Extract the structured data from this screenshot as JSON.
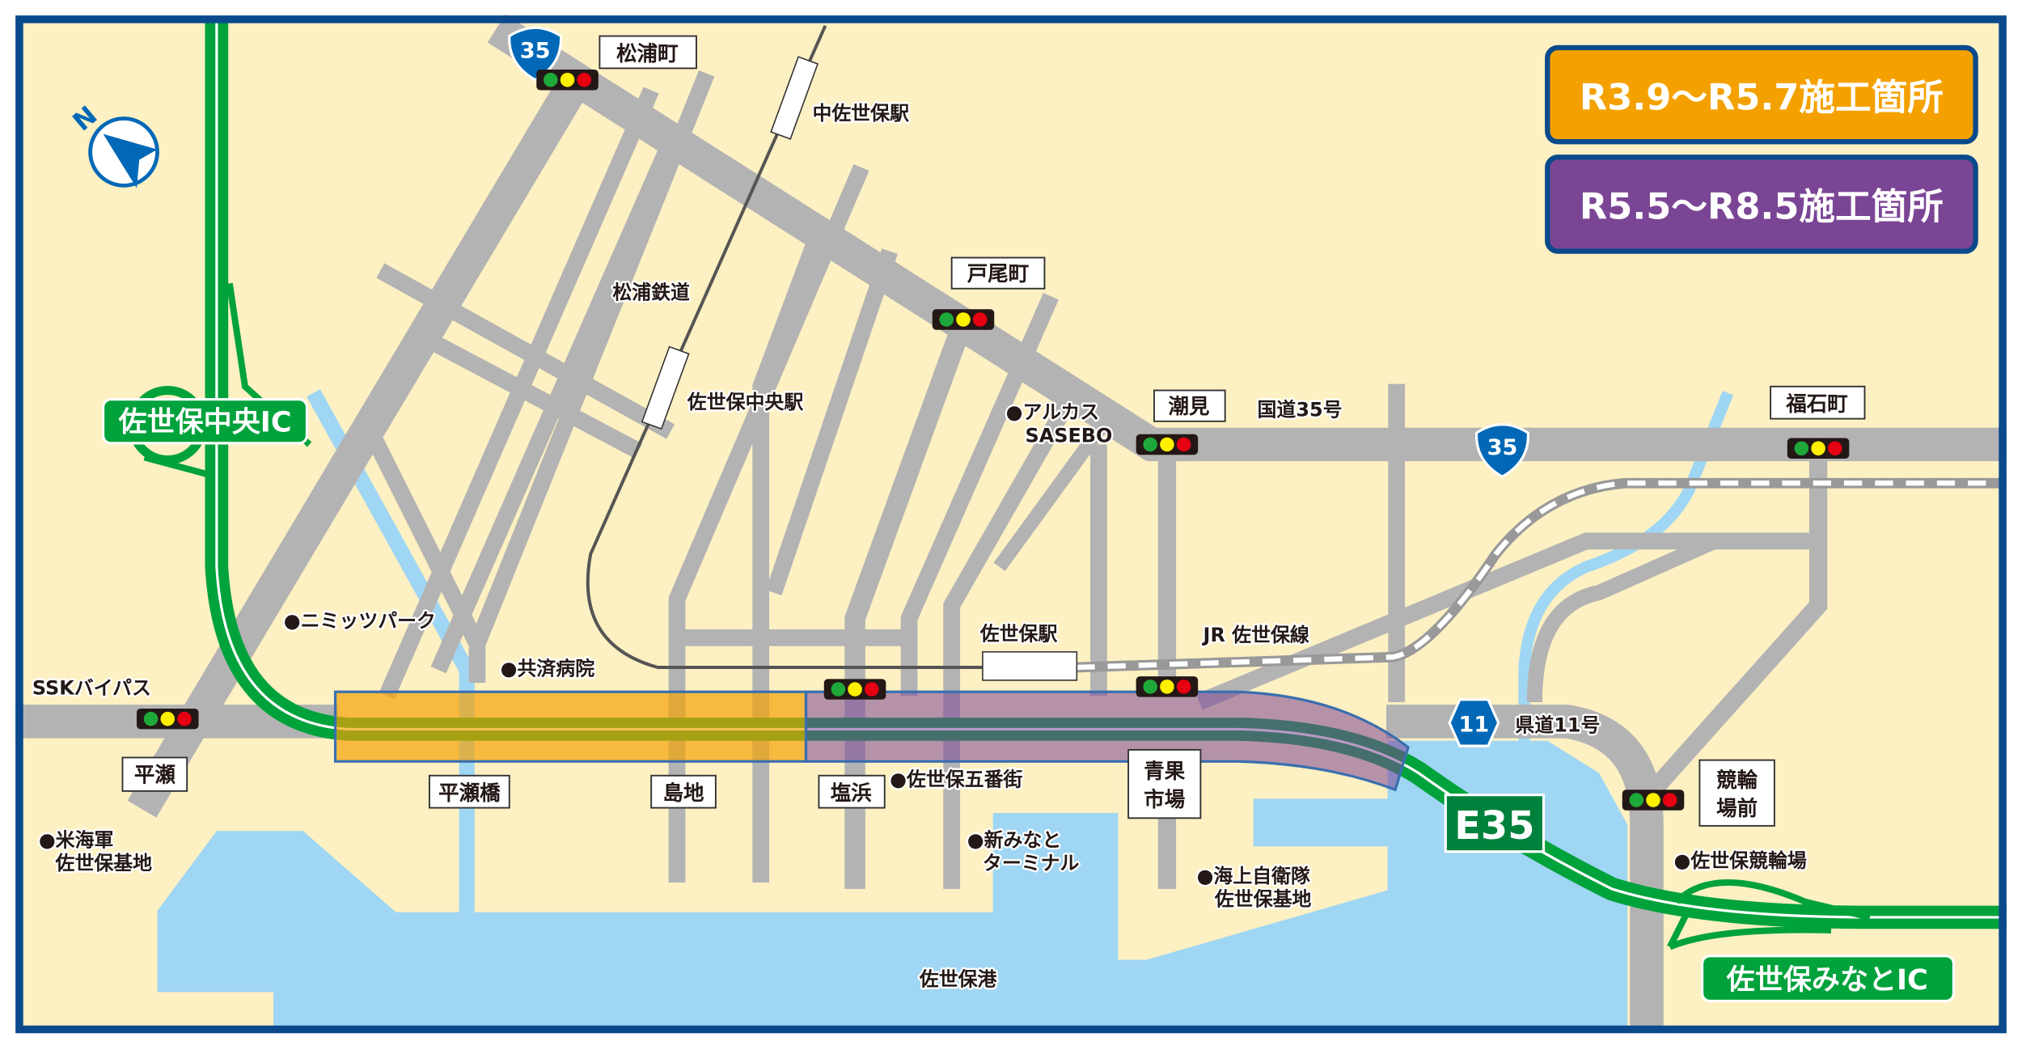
{
  "colors": {
    "border": "#0a4a8c",
    "land": "#fdf0c2",
    "water": "#9fd6f3",
    "road": "#b3b3b3",
    "expressway": "#00a23c",
    "phase1": "#f4a100",
    "phase2": "#7b4595",
    "route_shield": "#0068b7"
  },
  "legend": [
    {
      "label": "R3.9〜R5.7施工箇所",
      "color": "#f4a100"
    },
    {
      "label": "R5.5〜R8.5施工箇所",
      "color": "#7b4595"
    }
  ],
  "compass": {
    "letter": "N",
    "icon": "north-arrow-icon"
  },
  "shields": {
    "route35_top": "35",
    "route35_right": "35",
    "pref11": "11",
    "expressway": "E35"
  },
  "interchanges": {
    "central": "佐世保中央IC",
    "minato": "佐世保みなとIC"
  },
  "intersections": {
    "matsuuracho": "松浦町",
    "tobicho": "戸尾町",
    "shiomi": "潮見",
    "fukuishicho": "福石町",
    "hirase": "平瀬",
    "hirasebashi": "平瀬橋",
    "shimaji": "島地",
    "shiohama": "塩浜",
    "seika": [
      "青果",
      "市場"
    ],
    "keirin": [
      "競輪",
      "場前"
    ]
  },
  "places": {
    "naka_sasebo_station": "中佐世保駅",
    "matsuura_railway": "松浦鉄道",
    "sasebo_chuo_station": "佐世保中央駅",
    "arkas": [
      "●アルカス",
      "SASEBO"
    ],
    "route35": "国道35号",
    "sasebo_station": "佐世保駅",
    "jr_line": "JR 佐世保線",
    "nimitz_park": "●ニミッツパーク",
    "kyosai_hospital": "●共済病院",
    "ssk_bypass": "SSKバイパス",
    "gobangai": "●佐世保五番街",
    "shin_minato": [
      "●新みなと",
      "ターミナル"
    ],
    "us_navy": [
      "●米海軍",
      "佐世保基地"
    ],
    "jmsdf": [
      "●海上自衛隊",
      "佐世保基地"
    ],
    "pref_road11": "県道11号",
    "keirin_track": "●佐世保競輪場",
    "harbor": "佐世保港"
  }
}
